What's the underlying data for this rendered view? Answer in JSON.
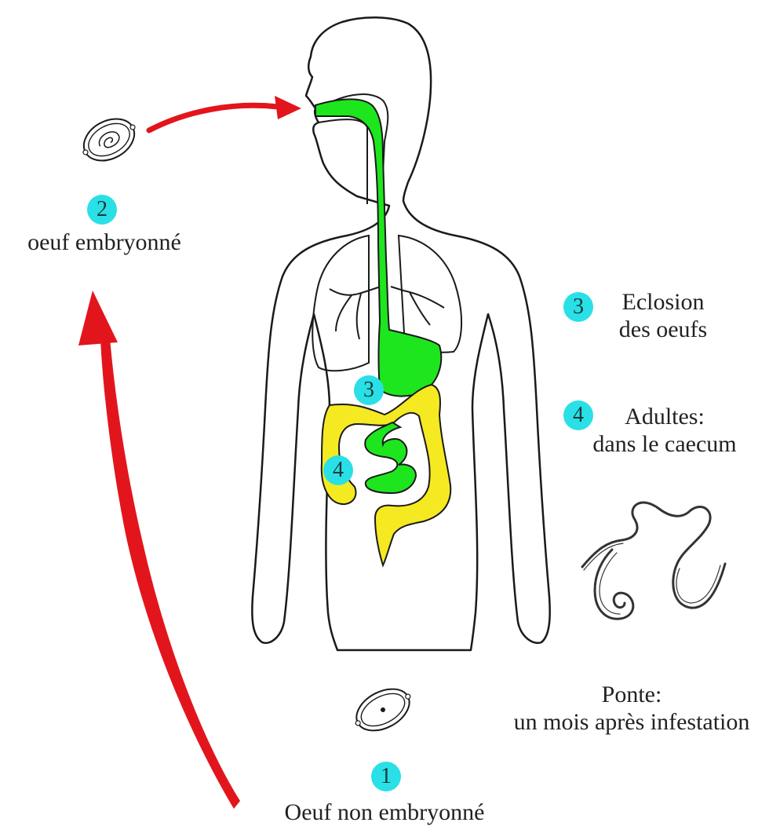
{
  "colors": {
    "badge": "#29e0e6",
    "arrow": "#e3151c",
    "digestive_tract": "#1ee61e",
    "colon": "#f5ea22",
    "outline": "#1a1a1a"
  },
  "steps": [
    {
      "number": "1",
      "label": "Oeuf non embryonné"
    },
    {
      "number": "2",
      "label": "oeuf embryonné"
    },
    {
      "number": "3",
      "label_lines": [
        "Eclosion",
        "des oeufs"
      ]
    },
    {
      "number": "4",
      "label_lines": [
        "Adultes:",
        "dans le caecum"
      ]
    }
  ],
  "ponte": {
    "lines": [
      "Ponte:",
      "un mois après infestation"
    ]
  },
  "icons": {
    "egg_embryonated": "embryonated-egg-icon",
    "egg_unembryonated": "unembryonated-egg-icon",
    "adult_worms": "adult-worms-icon"
  }
}
